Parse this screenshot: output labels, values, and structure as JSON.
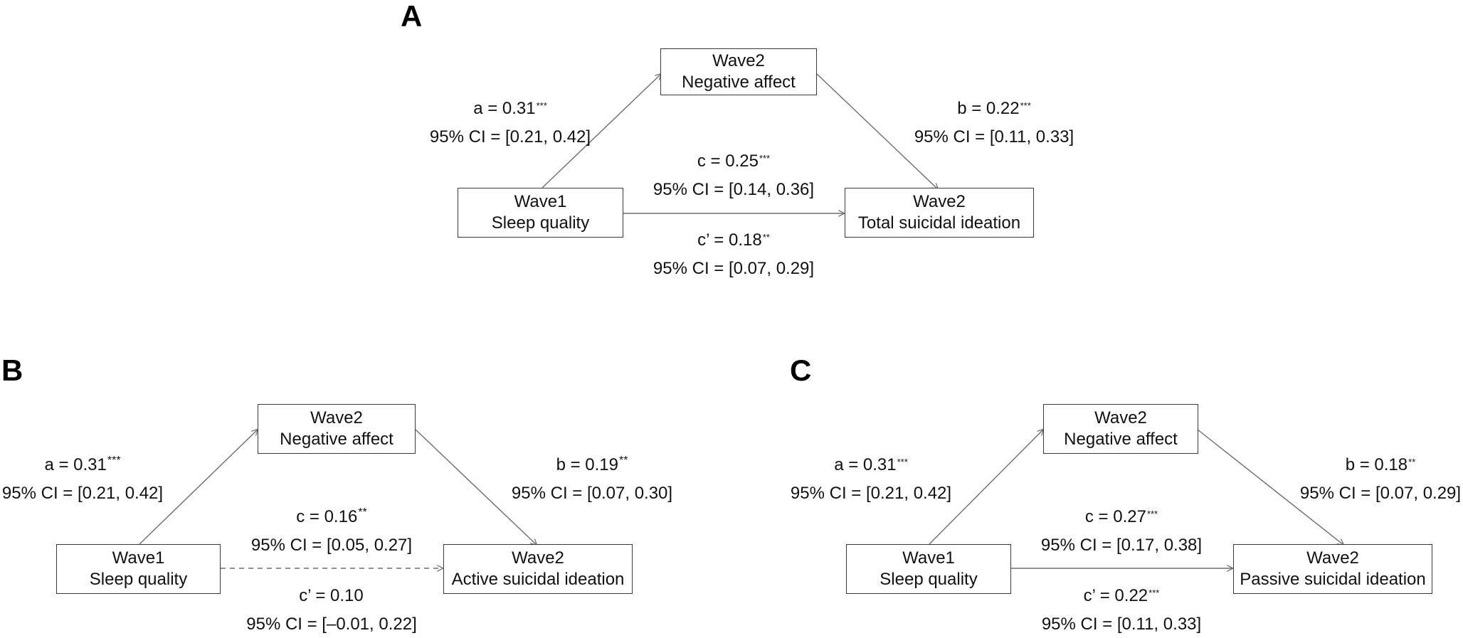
{
  "panels": {
    "A": {
      "label": "A",
      "mediator": {
        "line1": "Wave2",
        "line2": "Negative affect"
      },
      "predictor": {
        "line1": "Wave1",
        "line2": "Sleep quality"
      },
      "outcome": {
        "line1": "Wave2",
        "line2": "Total suicidal ideation"
      },
      "a": {
        "coef": "a = 0.31",
        "sig": "***",
        "ci": "95% CI = [0.21, 0.42]"
      },
      "b": {
        "coef": "b = 0.22",
        "sig": "***",
        "ci": "95% CI = [0.11, 0.33]"
      },
      "c": {
        "coef": "c = 0.25",
        "sig": "***",
        "ci": "95% CI = [0.14, 0.36]"
      },
      "cp": {
        "coef": "c’ = 0.18",
        "sig": "**",
        "ci": "95% CI = [0.07, 0.29]"
      }
    },
    "B": {
      "label": "B",
      "mediator": {
        "line1": "Wave2",
        "line2": "Negative affect"
      },
      "predictor": {
        "line1": "Wave1",
        "line2": "Sleep quality"
      },
      "outcome": {
        "line1": "Wave2",
        "line2": "Active suicidal ideation"
      },
      "a": {
        "coef": "a = 0.31",
        "sig": "***",
        "ci": "95% CI = [0.21, 0.42]"
      },
      "b": {
        "coef": "b = 0.19",
        "sig": "**",
        "ci": "95% CI = [0.07, 0.30]"
      },
      "c": {
        "coef": "c = 0.16",
        "sig": "**",
        "ci": "95% CI = [0.05, 0.27]"
      },
      "cp": {
        "coef": "c’ = 0.10",
        "sig": "",
        "ci": "95% CI = [–0.01, 0.22]"
      }
    },
    "C": {
      "label": "C",
      "mediator": {
        "line1": "Wave2",
        "line2": "Negative affect"
      },
      "predictor": {
        "line1": "Wave1",
        "line2": "Sleep quality"
      },
      "outcome": {
        "line1": "Wave2",
        "line2": "Passive suicidal ideation"
      },
      "a": {
        "coef": "a = 0.31",
        "sig": "***",
        "ci": "95% CI = [0.21, 0.42]"
      },
      "b": {
        "coef": "b = 0.18",
        "sig": "**",
        "ci": "95% CI = [0.07, 0.29]"
      },
      "c": {
        "coef": "c = 0.27",
        "sig": "***",
        "ci": "95% CI = [0.17, 0.38]"
      },
      "cp": {
        "coef": "c’ = 0.22",
        "sig": "***",
        "ci": "95% CI = [0.11, 0.33]"
      }
    }
  },
  "colors": {
    "edge": "#6e6e6e",
    "border": "#3a3a3a",
    "text": "#111111"
  }
}
